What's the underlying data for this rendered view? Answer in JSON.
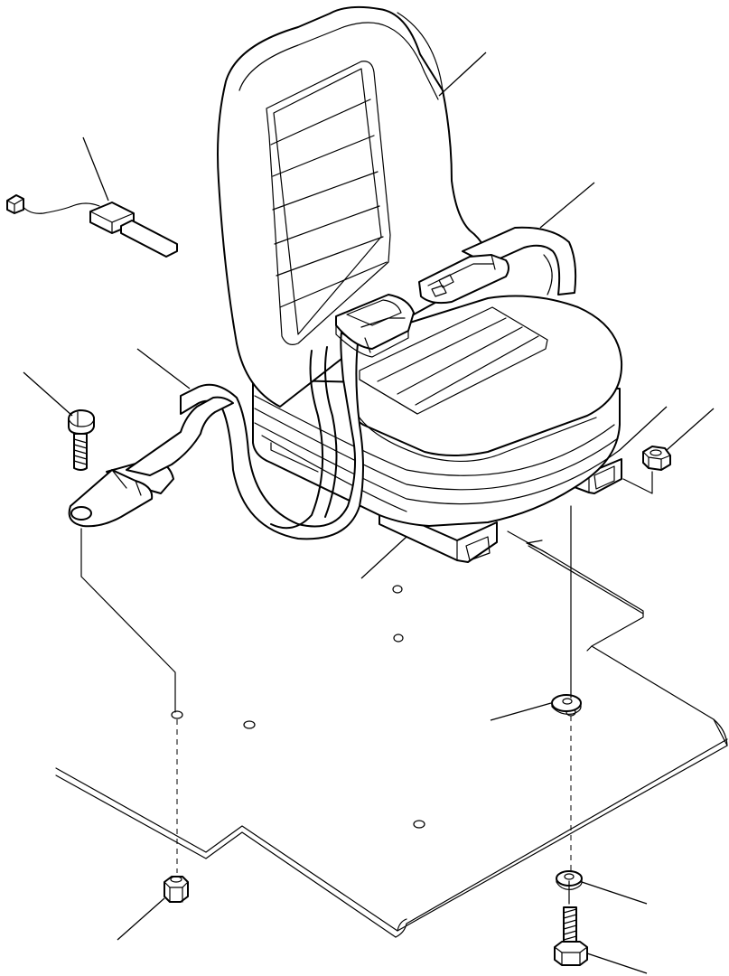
{
  "diagram": {
    "parts": [
      {
        "id": "seat",
        "icon": "seat-icon"
      },
      {
        "id": "seat-switch",
        "icon": "switch-icon"
      },
      {
        "id": "seat-belt-buckle-side",
        "icon": "belt-icon"
      },
      {
        "id": "seat-belt-anchor-side",
        "icon": "belt-icon"
      },
      {
        "id": "seat-rail-front",
        "icon": "rail-icon"
      },
      {
        "id": "seat-rail-rear",
        "icon": "rail-icon"
      },
      {
        "id": "bolt-top-left",
        "icon": "bolt-icon"
      },
      {
        "id": "nut-top-right",
        "icon": "nut-icon"
      },
      {
        "id": "washer-mid-right",
        "icon": "washer-icon"
      },
      {
        "id": "nut-bottom-left",
        "icon": "nut-icon"
      },
      {
        "id": "washer-bottom-right",
        "icon": "washer-icon"
      },
      {
        "id": "bolt-bottom-right",
        "icon": "bolt-icon"
      },
      {
        "id": "floor-plate",
        "icon": "plate-icon"
      }
    ]
  }
}
